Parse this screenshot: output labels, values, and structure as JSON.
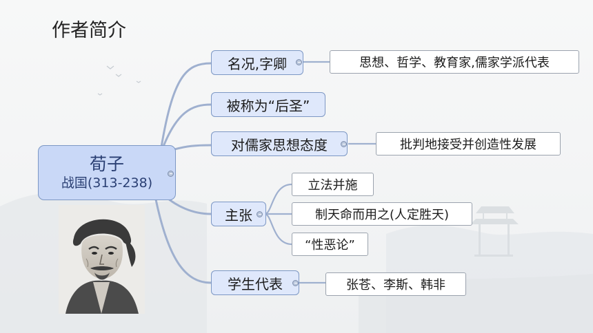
{
  "slide": {
    "title": "作者简介"
  },
  "root": {
    "name": "荀子",
    "subtitle": "战国(313-238)"
  },
  "branches": [
    {
      "label": "名况,字卿",
      "children": [
        "思想、哲学、教育家,儒家学派代表"
      ]
    },
    {
      "label": "被称为“后圣”",
      "children": []
    },
    {
      "label": "对儒家思想态度",
      "children": [
        "批判地接受并创造性发展"
      ]
    },
    {
      "label": "主张",
      "children": [
        "立法并施",
        "制天命而用之(人定胜天)",
        "“性恶论”"
      ]
    },
    {
      "label": "学生代表",
      "children": [
        "张苍、李斯、韩非"
      ]
    }
  ],
  "colors": {
    "connector": "#9fb0cf",
    "mainFill": "#c9d8f7",
    "subFill": "#dfe8fb",
    "border": "#7c97c4"
  },
  "portrait": {
    "icon": "portrait-of-xunzi"
  }
}
